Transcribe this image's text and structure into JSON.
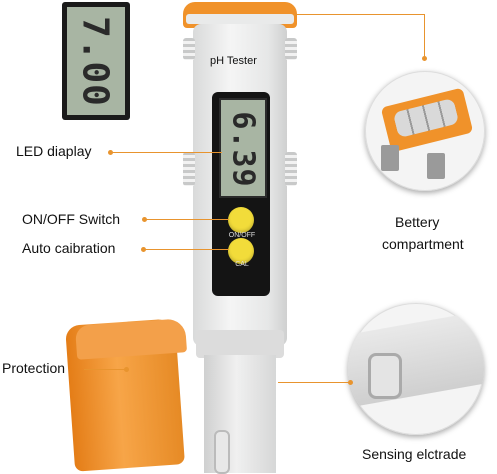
{
  "device": {
    "brand_label": "pH Tester",
    "lcd_reading": "6.39",
    "inset_lcd_reading": "7.00",
    "button_onoff": "ON/OFF",
    "button_cal": "CAL"
  },
  "callouts": {
    "led_display": "LED diaplay",
    "onoff_switch": "ON/OFF Switch",
    "auto_calibration": "Auto caibration",
    "protection": "Protection",
    "battery_line1": "Bettery",
    "battery_line2": "compartment",
    "sensing": "Sensing elctrade"
  },
  "colors": {
    "accent": "#e8942e",
    "body": "#e9eaea",
    "lcd": "#a8b5a3",
    "button": "#f2dc3a",
    "cap": "#f0922a"
  }
}
